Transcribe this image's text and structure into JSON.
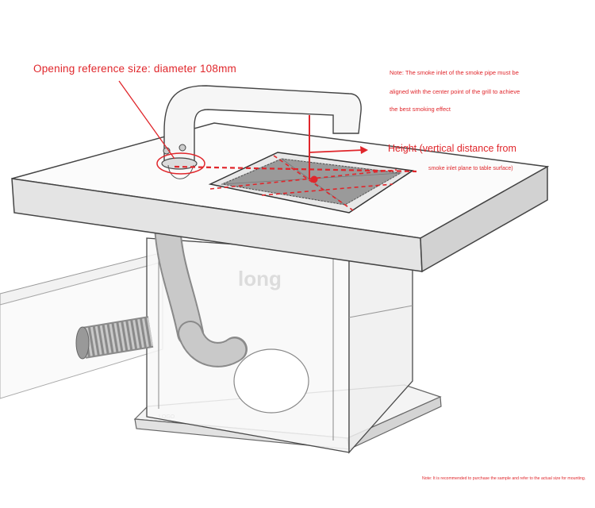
{
  "colors": {
    "annotation": "#e0262b",
    "outline": "#555555",
    "table_side": "#e6e6e6",
    "table_top": "#fbfbfb",
    "box_fill": "#f7f7f7",
    "duct": "#bcbcbc"
  },
  "annotations": {
    "opening_size": "Opening reference size: diameter 108mm",
    "height_line1": "Height (vertical distance from",
    "height_line2": "smoke inlet plane to table surface)",
    "note_line1": "Note: The smoke inlet of the smoke pipe must be",
    "note_line2": "aligned with the center point of the grill to achieve",
    "note_line3": "the best smoking effect",
    "footnote": "Note: It is recommended to purchase the sample and refer to the actual size for mounting."
  }
}
